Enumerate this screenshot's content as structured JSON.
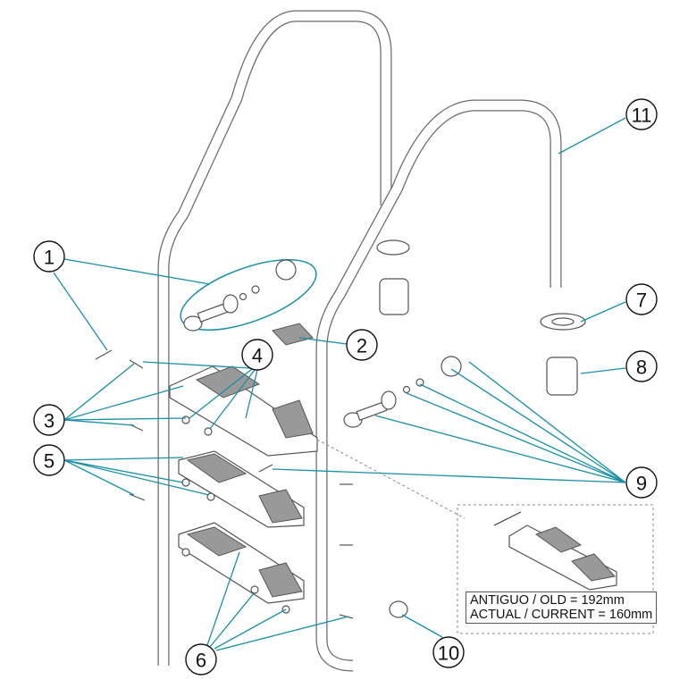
{
  "callouts": [
    "1",
    "2",
    "3",
    "4",
    "5",
    "6",
    "7",
    "8",
    "9",
    "10",
    "11"
  ],
  "inset": {
    "old_label": "ANTIGUO / OLD = 192mm",
    "current_label": "ACTUAL / CURRENT = 160mm"
  },
  "colors": {
    "leader": "#1a8fa8",
    "outline": "#555555"
  }
}
